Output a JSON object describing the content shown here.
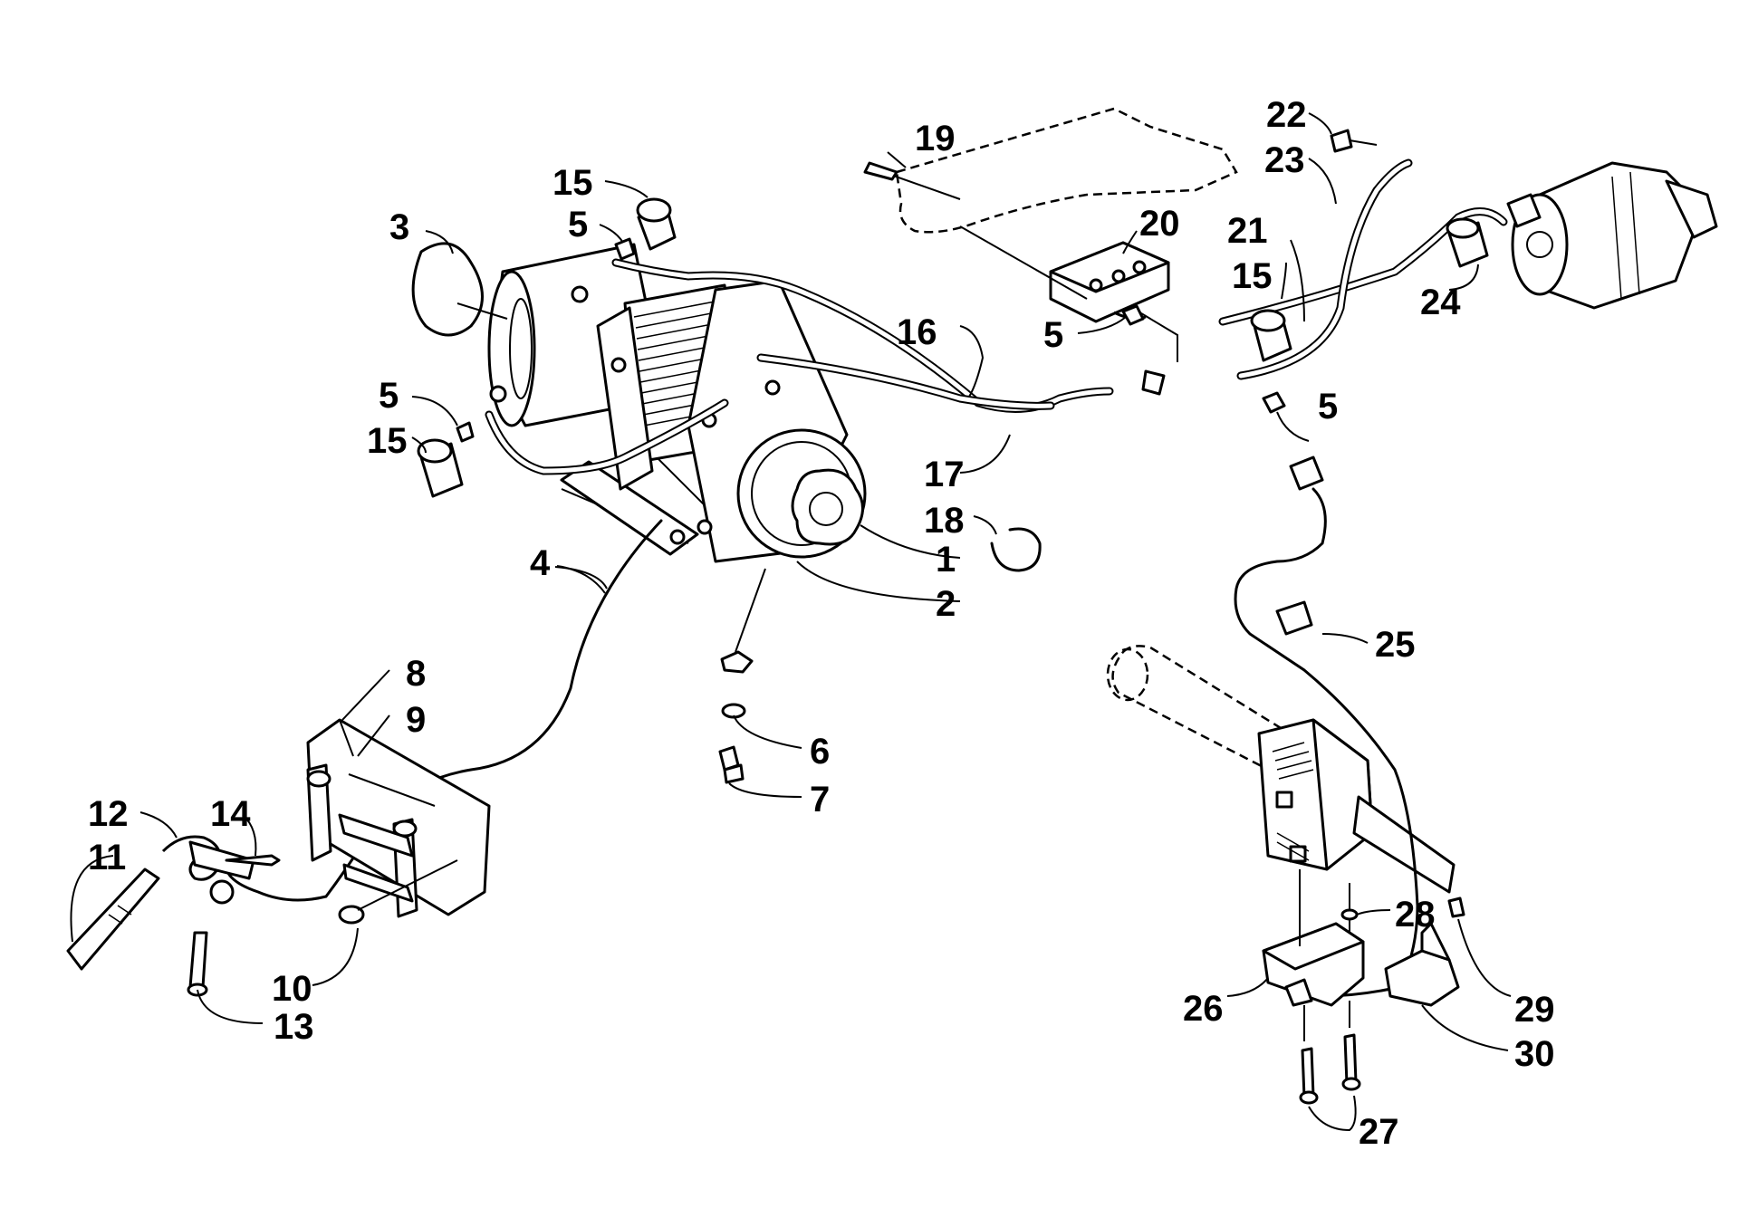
{
  "callouts": [
    {
      "id": "1",
      "label": "1"
    },
    {
      "id": "2",
      "label": "2"
    },
    {
      "id": "3",
      "label": "3"
    },
    {
      "id": "4",
      "label": "4"
    },
    {
      "id": "5a",
      "label": "5"
    },
    {
      "id": "5b",
      "label": "5"
    },
    {
      "id": "5c",
      "label": "5"
    },
    {
      "id": "5d",
      "label": "5"
    },
    {
      "id": "6",
      "label": "6"
    },
    {
      "id": "7",
      "label": "7"
    },
    {
      "id": "8",
      "label": "8"
    },
    {
      "id": "9",
      "label": "9"
    },
    {
      "id": "10",
      "label": "10"
    },
    {
      "id": "11",
      "label": "11"
    },
    {
      "id": "12",
      "label": "12"
    },
    {
      "id": "13",
      "label": "13"
    },
    {
      "id": "14",
      "label": "14"
    },
    {
      "id": "15a",
      "label": "15"
    },
    {
      "id": "15b",
      "label": "15"
    },
    {
      "id": "15c",
      "label": "15"
    },
    {
      "id": "16",
      "label": "16"
    },
    {
      "id": "17",
      "label": "17"
    },
    {
      "id": "18",
      "label": "18"
    },
    {
      "id": "19",
      "label": "19"
    },
    {
      "id": "20",
      "label": "20"
    },
    {
      "id": "21",
      "label": "21"
    },
    {
      "id": "22",
      "label": "22"
    },
    {
      "id": "23",
      "label": "23"
    },
    {
      "id": "24",
      "label": "24"
    },
    {
      "id": "25",
      "label": "25"
    },
    {
      "id": "26",
      "label": "26"
    },
    {
      "id": "27",
      "label": "27"
    },
    {
      "id": "28",
      "label": "28"
    },
    {
      "id": "29",
      "label": "29"
    },
    {
      "id": "30",
      "label": "30"
    }
  ]
}
